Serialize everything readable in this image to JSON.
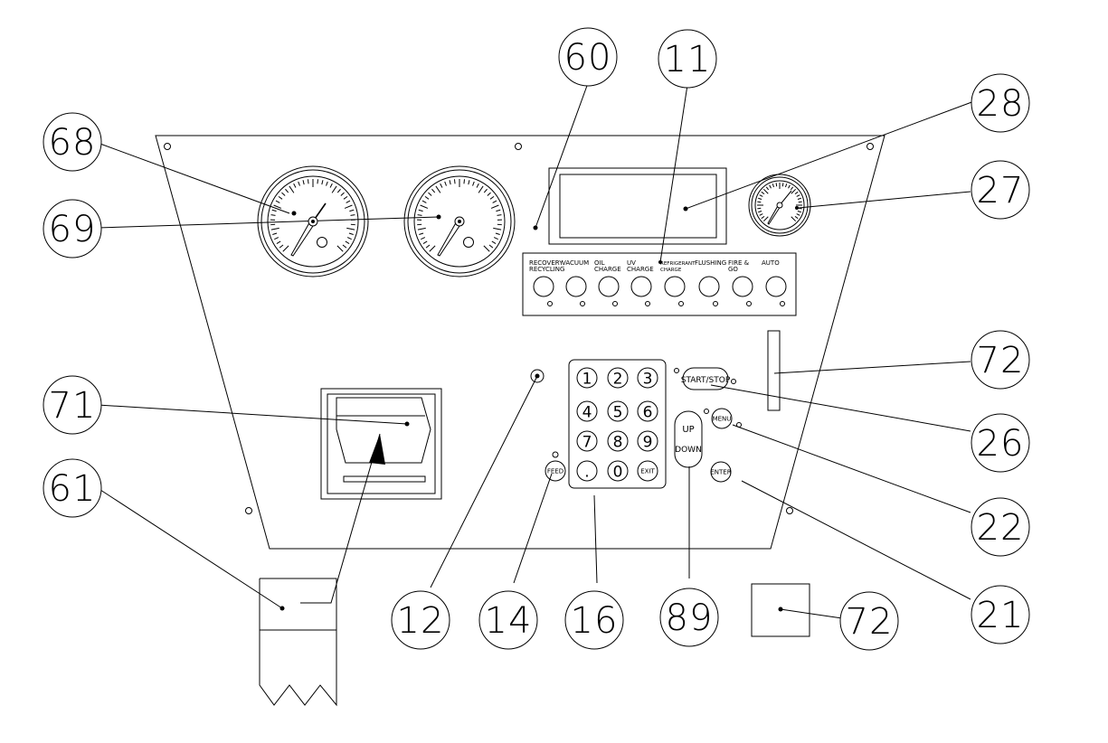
{
  "callouts": {
    "c60": "60",
    "c11": "11",
    "c28": "28",
    "c68": "68",
    "c69": "69",
    "c27": "27",
    "c71": "71",
    "c61": "61",
    "c72a": "72",
    "c26": "26",
    "c22": "22",
    "c21": "21",
    "c72b": "72",
    "c12": "12",
    "c14": "14",
    "c16": "16",
    "c89": "89"
  },
  "function_buttons": [
    {
      "line1": "RECOVERY",
      "line2": "RECYCLING"
    },
    {
      "line1": "VACUUM",
      "line2": ""
    },
    {
      "line1": "OIL",
      "line2": "CHARGE"
    },
    {
      "line1": "UV",
      "line2": "CHARGE"
    },
    {
      "line1": "REFRIGERANT",
      "line2": "CHARGE"
    },
    {
      "line1": "FLUSHING",
      "line2": ""
    },
    {
      "line1": "FIRE &",
      "line2": "GO"
    },
    {
      "line1": "AUTO",
      "line2": ""
    }
  ],
  "keypad": {
    "k1": "1",
    "k2": "2",
    "k3": "3",
    "k4": "4",
    "k5": "5",
    "k6": "6",
    "k7": "7",
    "k8": "8",
    "k9": "9",
    "kdot": ".",
    "k0": "0",
    "kexit": "EXIT"
  },
  "controls": {
    "start_stop": "START/STOP",
    "up": "UP",
    "down": "DOWN",
    "menu": "MENU",
    "enter": "ENTER",
    "feed": "FEED"
  }
}
